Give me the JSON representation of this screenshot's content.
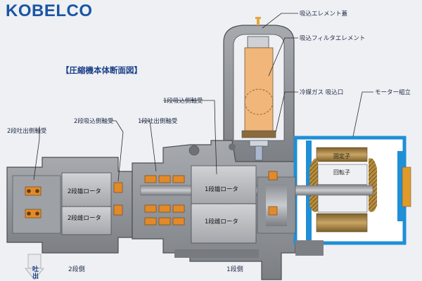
{
  "brand": {
    "logo_text": "KOBELCO"
  },
  "diagram": {
    "title": "【圧縮機本体断面図】",
    "callouts": {
      "suction_element_cover": "吸込エレメント蓋",
      "suction_filter_element": "吸込フィルタエレメント",
      "refrigerant_gas_inlet": "冷媒ガス 吸込口",
      "motor_assembly": "モーター組立",
      "stage1_suction_bearing": "1段吸込側軸受",
      "stage2_suction_bearing": "2段吸込側軸受",
      "stage1_discharge_bearing": "1段吐出側軸受",
      "stage2_discharge_bearing": "2段吐出側軸受"
    },
    "rotors": {
      "stage2_male": "2段雄ロータ",
      "stage2_female": "2段雌ロータ",
      "stage1_male": "1段雄ロータ",
      "stage1_female": "1段雌ロータ"
    },
    "motor_parts": {
      "stator": "固定子",
      "rotor": "回転子"
    },
    "bottom": {
      "discharge": "吐出",
      "stage2_side": "2段側",
      "stage1_side": "1段側"
    },
    "colors": {
      "logo": "#1b55a3",
      "casing": "#8f9296",
      "casing_dark": "#5d6064",
      "rotor_gray": "#b8bbbf",
      "bearing_orange": "#e28a2a",
      "filter_orange": "#f0b67a",
      "motor_frame_blue": "#1f8fd6",
      "stator_bronze": "#9c7a3c",
      "callout_line": "#2a2a2a"
    }
  }
}
